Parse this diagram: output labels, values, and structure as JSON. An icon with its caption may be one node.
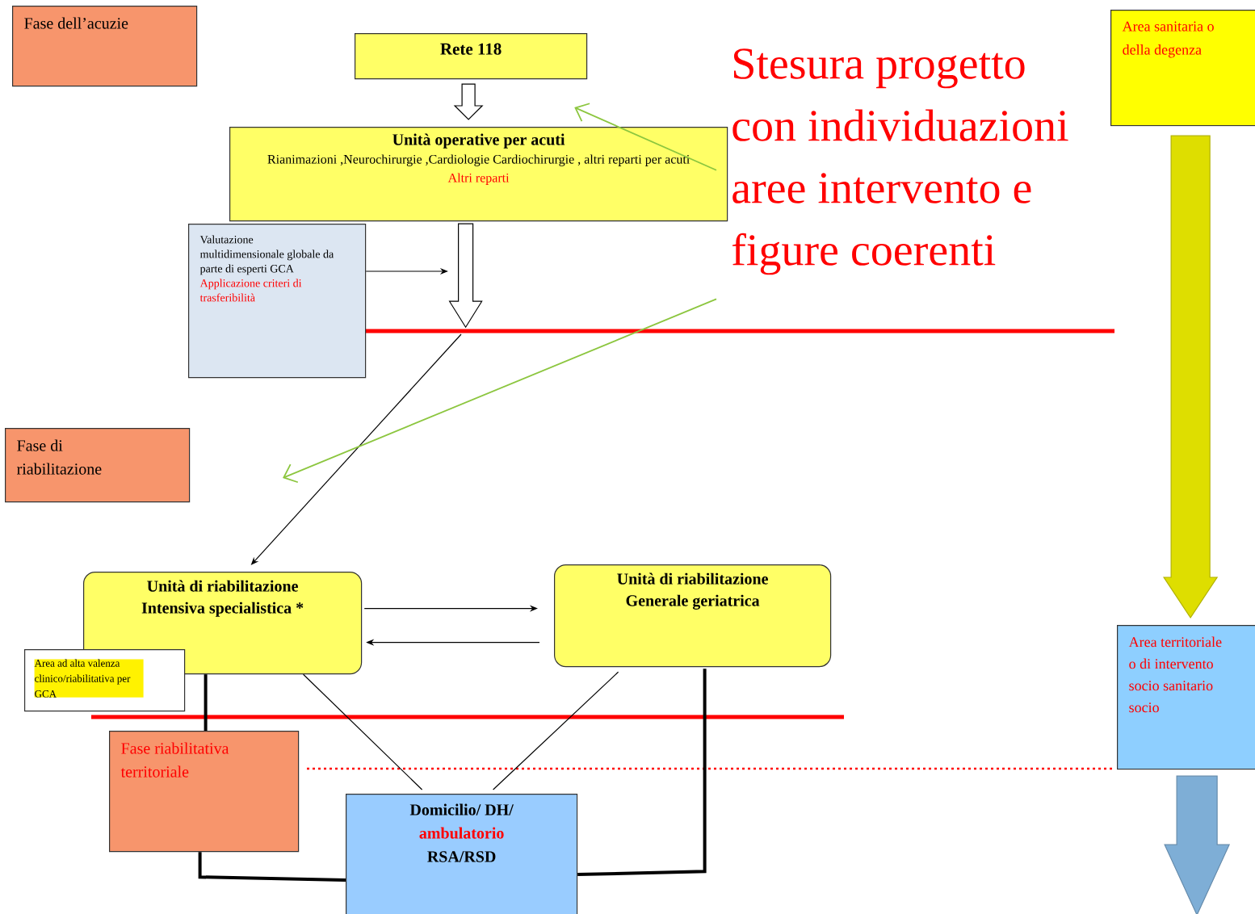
{
  "diagram": {
    "nodes": [
      {
        "text": [
          "Fase dell’acuzie"
        ]
      },
      {
        "text": [
          "Rete 118"
        ]
      },
      {
        "text": [
          "Unità operative per acuti",
          "Rianimazioni ,Neurochirurgie ,Cardiologie Cardiochirurgie , altri reparti per acuti",
          "Altri reparti"
        ]
      },
      {
        "text": [
          "Valutazione multidimensionale globale da parte di esperti GCA",
          "Applicazione criteri di trasferibilità"
        ]
      },
      {
        "text": [
          "Fase di riabilitazione"
        ]
      },
      {
        "text": [
          "Unità di riabilitazione Intensiva specialistica *"
        ]
      },
      {
        "text": [
          "Area ad alta valenza clinico/riabilitativa per GCA"
        ]
      },
      {
        "text": [
          "Unità di riabilitazione Generale geriatrica"
        ]
      },
      {
        "text": [
          "Fase riabilitativa territoriale"
        ]
      },
      {
        "text": [
          "Domicilio/ DH/",
          "ambulatorio",
          "RSA/RSD"
        ]
      },
      {
        "text": [
          "Stesura progetto con individuazioni aree intervento e figure coerenti"
        ]
      },
      {
        "text": [
          "Area sanitaria o della degenza"
        ]
      },
      {
        "text": [
          "Area territoriale o di intervento socio sanitario socio"
        ]
      }
    ],
    "edges": [
      {
        "from": 1,
        "to": 2,
        "arrow": "to"
      },
      {
        "from": 2,
        "to": null,
        "arrow": "to"
      },
      {
        "from": null,
        "to": 5,
        "arrow": "to"
      },
      {
        "from": 3,
        "to": null,
        "arrow": "to"
      },
      {
        "from": 10,
        "to": 2,
        "arrow": "to",
        "color": "#8cc63f"
      },
      {
        "from": 10,
        "to": null,
        "arrow": "to",
        "color": "#8cc63f"
      },
      {
        "from": 5,
        "to": 7,
        "arrow": "to"
      },
      {
        "from": 7,
        "to": 5,
        "arrow": "to"
      },
      {
        "from": 5,
        "to": 9,
        "arrow": "none"
      },
      {
        "from": 7,
        "to": 9,
        "arrow": "none"
      },
      {
        "from": 5,
        "to": 8,
        "arrow": "none",
        "style": "thick"
      },
      {
        "from": 8,
        "to": 9,
        "arrow": "none",
        "style": "thick"
      },
      {
        "from": 7,
        "to": 9,
        "arrow": "none",
        "style": "thick"
      },
      {
        "from": 11,
        "to": 12,
        "arrow": "to",
        "color": "#dede00"
      },
      {
        "from": 12,
        "to": null,
        "arrow": "to",
        "color": "#7eaed6"
      }
    ]
  }
}
